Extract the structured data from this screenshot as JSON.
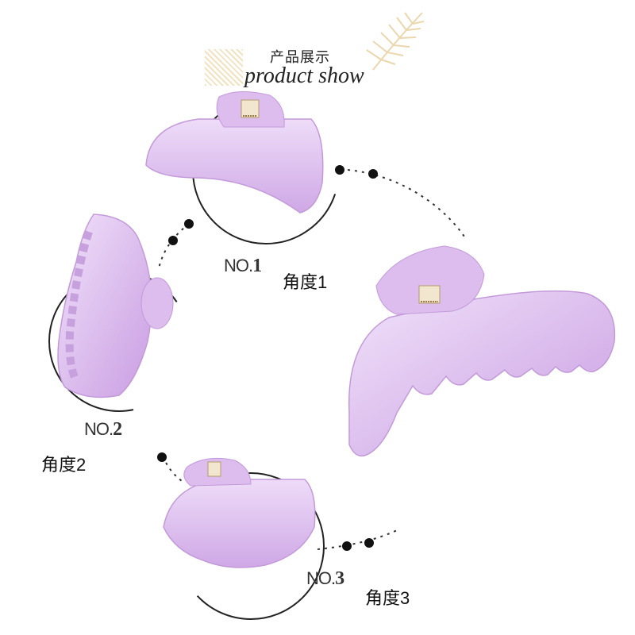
{
  "header": {
    "title_cn": "产品展示",
    "title_en": "product show"
  },
  "views": [
    {
      "number_prefix": "NO.",
      "number": "1",
      "angle_label": "角度1"
    },
    {
      "number_prefix": "NO.",
      "number": "2",
      "angle_label": "角度2"
    },
    {
      "number_prefix": "NO.",
      "number": "3",
      "angle_label": "角度3"
    }
  ],
  "colors": {
    "clip_fill": "#d9b8ec",
    "clip_dark": "#c39ad9",
    "clip_light": "#eedcf8",
    "circle_stroke": "#222222",
    "dots": "#111111",
    "leaf": "#ead7ad"
  },
  "icons": [
    "palm-leaf-icon",
    "hatch-pattern-icon"
  ]
}
